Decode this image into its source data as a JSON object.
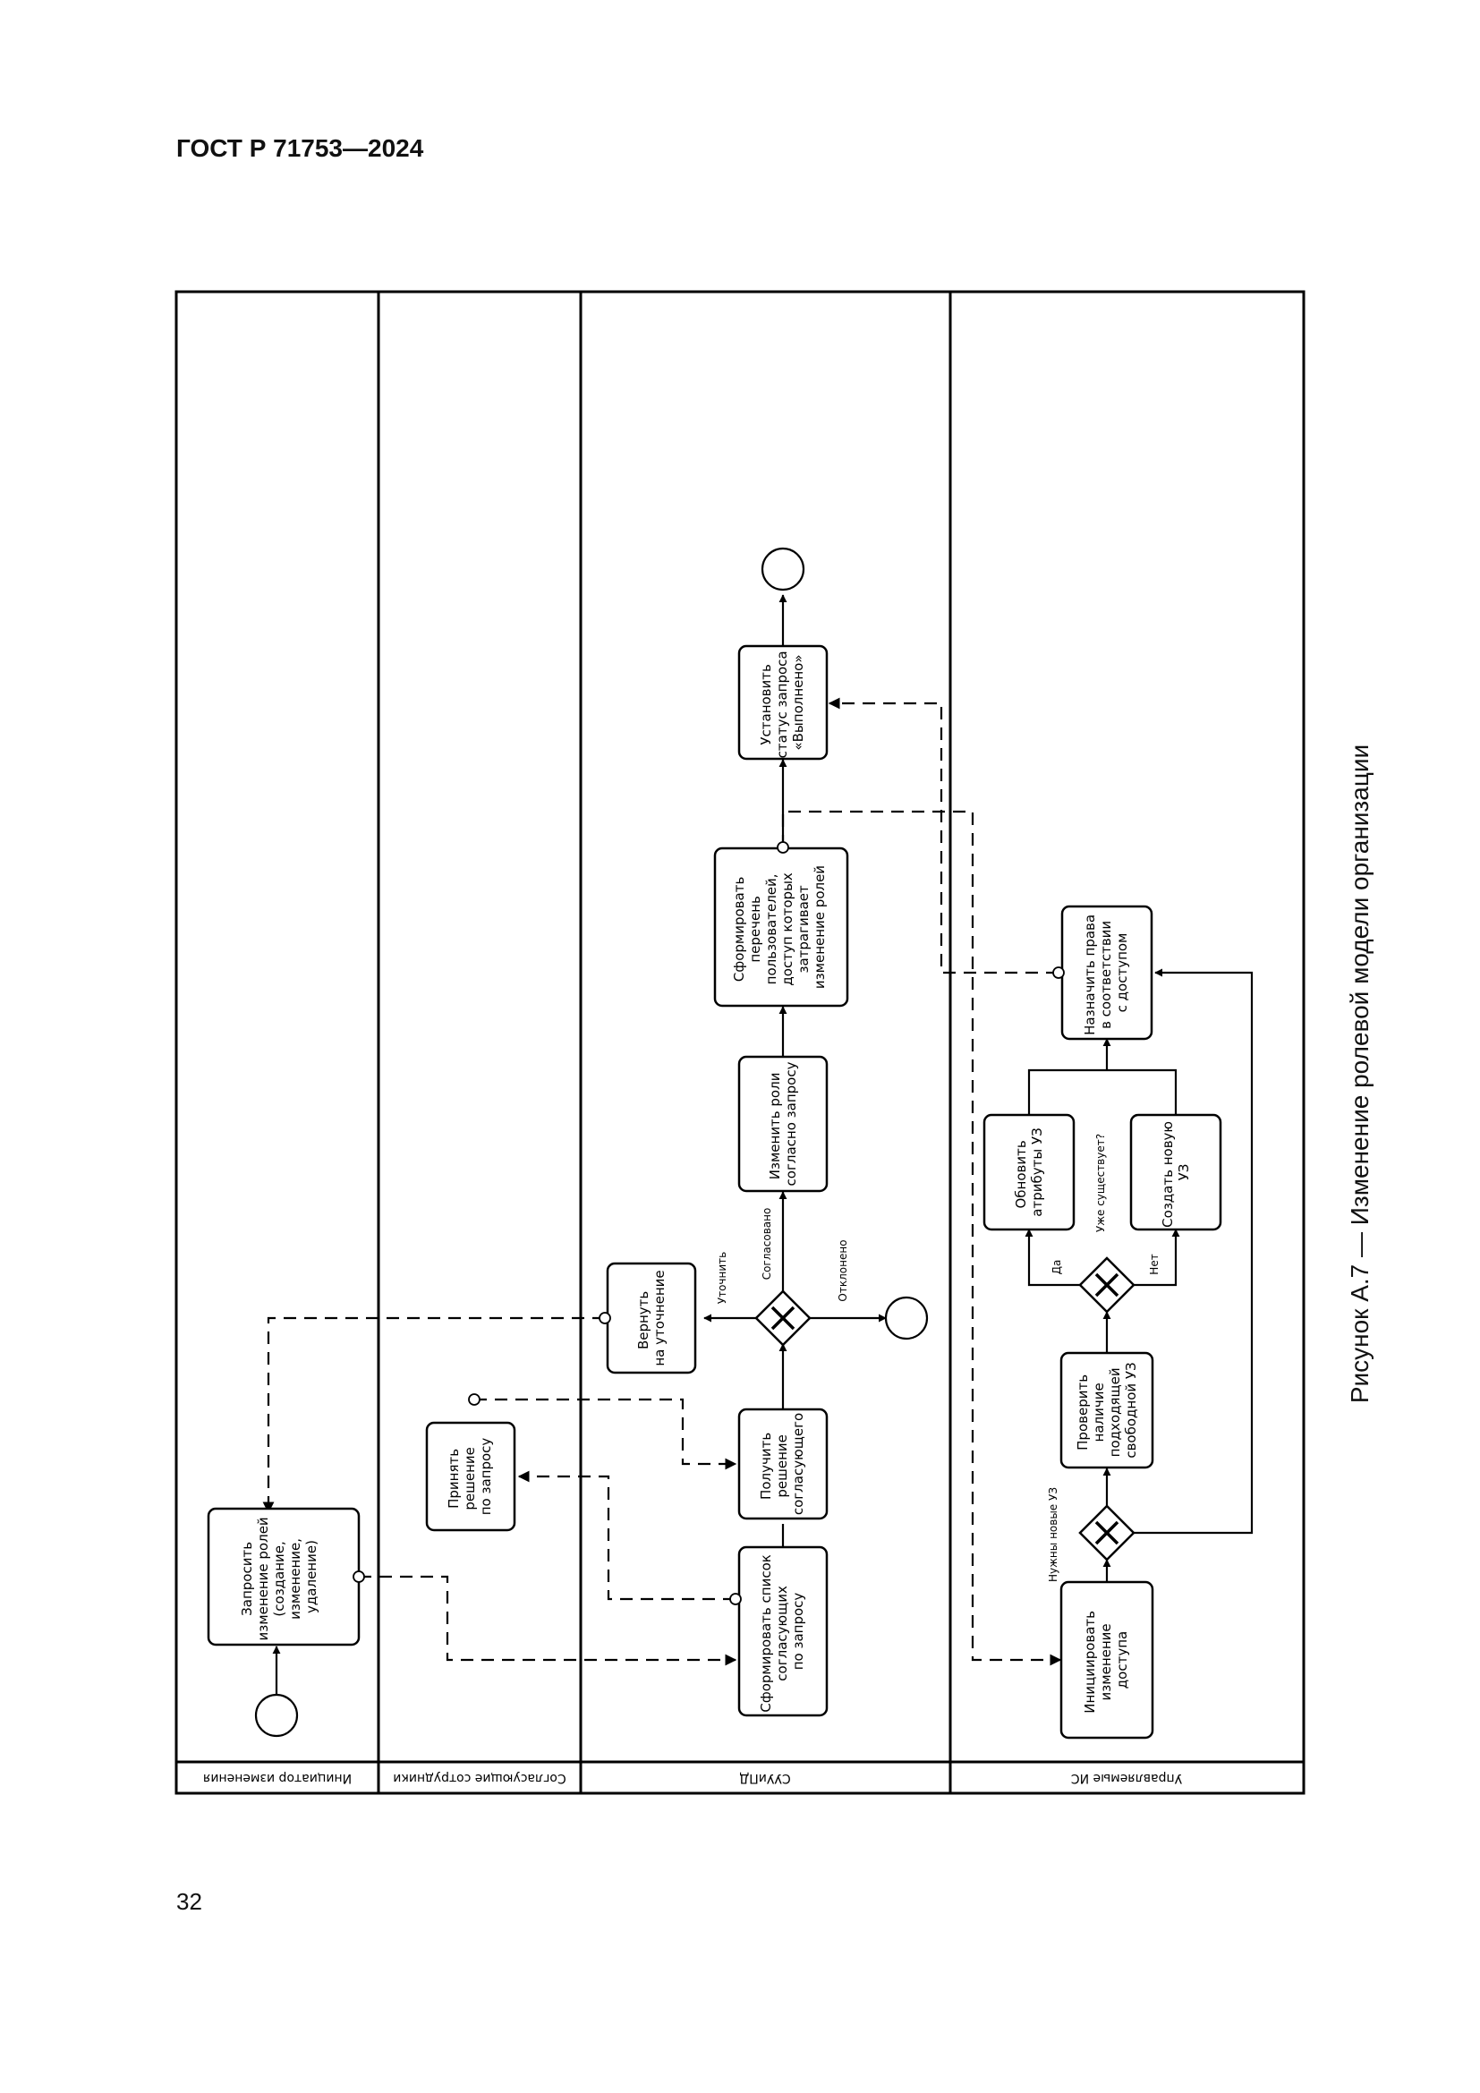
{
  "header": {
    "standard": "ГОСТ Р 71753—2024"
  },
  "page_number": "32",
  "caption": "Рисунок А.7 — Изменение ролевой модели организации",
  "lanes": [
    {
      "id": "initiator",
      "title": "Инициатор изменения"
    },
    {
      "id": "approvers",
      "title": "Согласующие сотрудники"
    },
    {
      "id": "suuipd",
      "title": "СУУиПД"
    },
    {
      "id": "managed",
      "title": "Управляемые ИС"
    }
  ],
  "tasks": {
    "request_change": [
      "Запросить",
      "изменение ролей",
      "(создание,",
      "изменение,",
      "удаление)"
    ],
    "accept_decision": [
      "Принять",
      "решение",
      "по запросу"
    ],
    "form_approvers": [
      "Сформировать список",
      "согласующих",
      "по запросу"
    ],
    "get_decision": [
      "Получить",
      "решение",
      "согласующего"
    ],
    "return_clarify": [
      "Вернуть",
      "на уточнение"
    ],
    "change_roles": [
      "Изменить роли",
      "согласно запросу"
    ],
    "form_users": [
      "Сформировать",
      "перечень",
      "пользователей,",
      "доступ которых",
      "затрагивает",
      "изменение ролей"
    ],
    "set_status": [
      "Установить",
      "статус запроса",
      "«Выполнено»"
    ],
    "init_access": [
      "Инициировать",
      "изменение",
      "доступа"
    ],
    "check_account": [
      "Проверить",
      "наличие",
      "подходящей",
      "свободной УЗ"
    ],
    "update_attrs": [
      "Обновить",
      "атрибуты УЗ"
    ],
    "create_account": [
      "Создать новую",
      "УЗ"
    ],
    "assign_rights": [
      "Назначить права",
      "в соответствии",
      "с доступом"
    ]
  },
  "flow_labels": {
    "clarify": "Уточнить",
    "agreed": "Согласовано",
    "rejected": "Отклонено",
    "need_new": "Нужны новые УЗ",
    "already_exists": "Уже существует?",
    "yes": "Да",
    "no": "Нет"
  }
}
